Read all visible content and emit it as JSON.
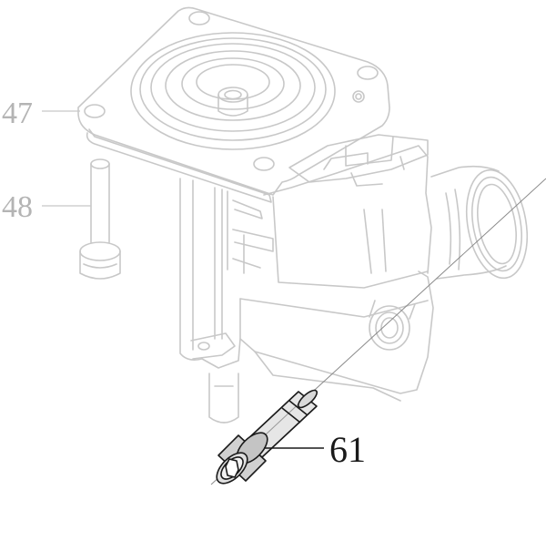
{
  "diagram": {
    "callouts": [
      {
        "id": "47",
        "label": "47",
        "state": "dimmed"
      },
      {
        "id": "48",
        "label": "48",
        "state": "dimmed"
      },
      {
        "id": "61",
        "label": "61",
        "state": "highlighted"
      }
    ]
  },
  "colors": {
    "background": "#ffffff",
    "ghost_line": "#c8c8c8",
    "ghost_label": "#b4b4b4",
    "active_part": "#1a1a1a",
    "active_fill": "#d9d9d9"
  }
}
